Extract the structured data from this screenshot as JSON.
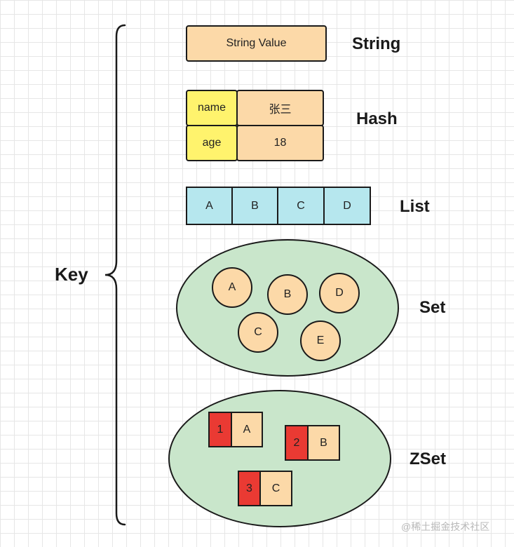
{
  "key_label": "Key",
  "string": {
    "type_label": "String",
    "value": "String Value"
  },
  "hash": {
    "type_label": "Hash",
    "rows": [
      {
        "field": "name",
        "value": "张三"
      },
      {
        "field": "age",
        "value": "18"
      }
    ]
  },
  "list": {
    "type_label": "List",
    "items": [
      "A",
      "B",
      "C",
      "D"
    ]
  },
  "set": {
    "type_label": "Set",
    "members": [
      "A",
      "B",
      "D",
      "C",
      "E"
    ]
  },
  "zset": {
    "type_label": "ZSet",
    "entries": [
      {
        "score": "1",
        "member": "A"
      },
      {
        "score": "2",
        "member": "B"
      },
      {
        "score": "3",
        "member": "C"
      }
    ]
  },
  "watermark": "@稀土掘金技术社区",
  "colors": {
    "peach": "#fcd9a8",
    "yellow": "#fff36d",
    "cyan": "#b6e7ee",
    "green": "#c9e6cb",
    "red": "#ea3a33"
  }
}
